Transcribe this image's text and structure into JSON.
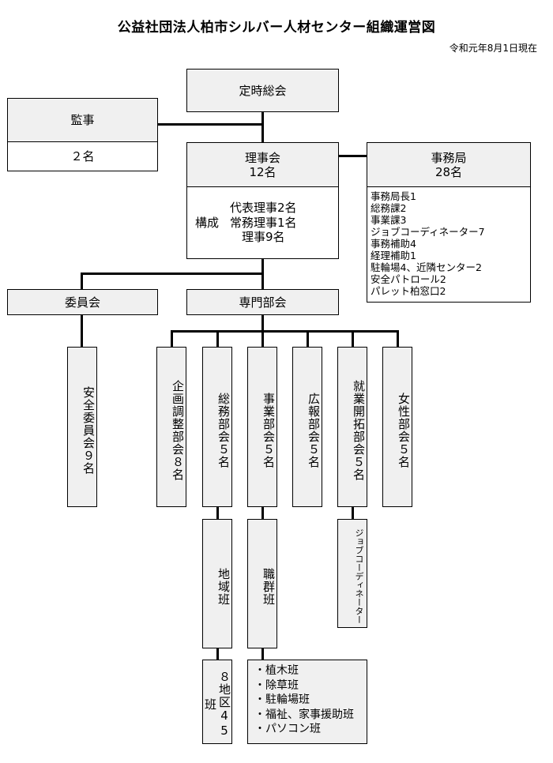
{
  "title": "公益社団法人柏市シルバー人材センター組織運営図",
  "date": "令和元年8月1日現在",
  "general_meeting": "定時総会",
  "auditor": {
    "label": "監事",
    "count": "２名"
  },
  "board": {
    "label": "理事会",
    "count": "12名",
    "composition_label": "構成",
    "composition": [
      "代表理事2名",
      "常務理事1名",
      "理事9名"
    ]
  },
  "secretariat": {
    "label": "事務局",
    "count": "28名",
    "staff": [
      "事務局長1",
      "総務課2",
      "事業課3",
      "ジョブコーディネーター7",
      "事務補助4",
      "経理補助1",
      "駐輪場4、近隣センター2",
      "安全パトロール2",
      "パレット柏窓口2"
    ]
  },
  "committee": {
    "label": "委員会",
    "item": "安全委員会９名"
  },
  "departments": {
    "label": "専門部会",
    "items": [
      "企画調整部会８名",
      "総務部会５名",
      "事業部会５名",
      "広報部会５名",
      "就業開拓部会５名",
      "女性部会５名"
    ]
  },
  "sub_units": {
    "area_team": "地域班",
    "area_detail": "８地区45班",
    "job_team": "職群班",
    "job_list": [
      "・植木班",
      "・除草班",
      "・駐輪場班",
      "・福祉、家事援助班",
      "・パソコン班"
    ],
    "coordinator": "ジョブコーディネーター"
  }
}
